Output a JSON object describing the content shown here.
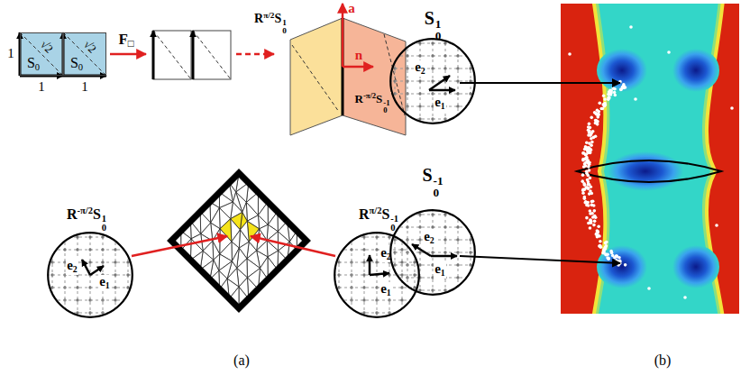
{
  "diagram": {
    "nodes": [
      {
        "text": [
          "S0"
        ]
      },
      {
        "text": [
          "S0"
        ]
      },
      {
        "text": [
          "R-π/2S10",
          "e2",
          "e1"
        ]
      },
      {
        "text": [
          "Rπ/2S-10",
          "e2",
          "e1"
        ]
      },
      {
        "text": [
          "S10",
          "e2",
          "e1"
        ]
      },
      {
        "text": [
          "S-10",
          "e2",
          "e1"
        ]
      }
    ],
    "labels": [
      "1",
      "√2",
      "1",
      "√2",
      "1",
      "F□",
      "Rπ/2S10",
      "a",
      "n",
      "R-π/2S-10",
      "(a)",
      "(b)"
    ]
  }
}
